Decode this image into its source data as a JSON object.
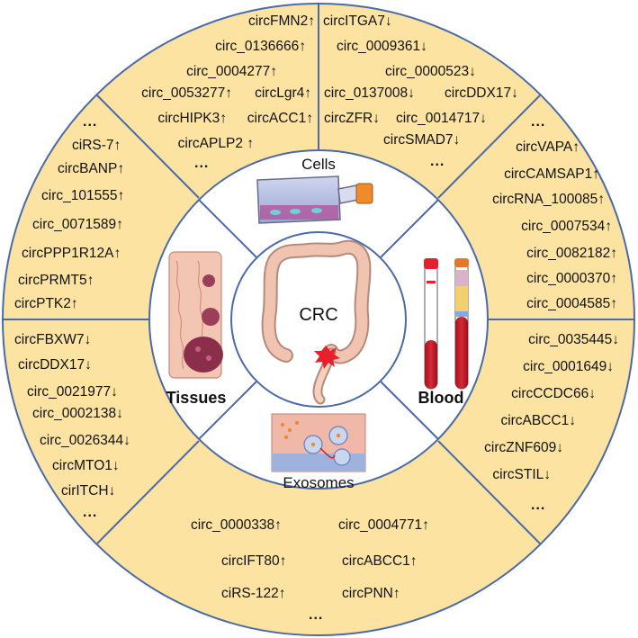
{
  "center": "CRC",
  "categories": {
    "cells": "Cells",
    "blood": "Blood",
    "exosomes": "Exosomes",
    "tissues": "Tissues"
  },
  "sectors": {
    "cells_left": [
      "circFMN2↑",
      "circ_0136666↑",
      "circ_0004277↑",
      "circ_0053277↑",
      "circLgr4↑",
      "circHIPK3↑",
      "circACC1↑",
      "circAPLP2 ↑",
      "..."
    ],
    "cells_right": [
      "circITGA7↓",
      "circ_0009361↓",
      "circ_0000523↓",
      "circ_0137008↓",
      "circDDX17↓",
      "circZFR↓",
      "circ_0014717↓",
      "circSMAD7↓",
      "..."
    ],
    "blood_up": [
      "...",
      "circVAPA↑",
      "circCAMSAP1↑",
      "circRNA_100085↑",
      "circ_0007534↑",
      "circ_0082182↑",
      "circ_0000370↑",
      "circ_0004585↑"
    ],
    "blood_down": [
      "circ_0035445↓",
      "circ_0001649↓",
      "circCCDC66↓",
      "circABCC1↓",
      "circZNF609↓",
      "circSTIL↓",
      "..."
    ],
    "exosomes": [
      "circ_0000338↑",
      "circ_0004771↑",
      "circIFT80↑",
      "circABCC1↑",
      "ciRS-122↑",
      "circPNN↑",
      "..."
    ],
    "tissues_down": [
      "circFBXW7↓",
      "circDDX17↓",
      "circ_0021977↓",
      "circ_0002138↓",
      "circ_0026344↓",
      "circMTO1↓",
      "cirITCH↓",
      "..."
    ],
    "tissues_up": [
      "...",
      "ciRS-7↑",
      "circBANP↑",
      "circ_101555↑",
      "circ_0071589↑",
      "circPPP1R12A↑",
      "circPRMT5↑",
      "circPTK2↑"
    ]
  },
  "colors": {
    "ring_fill": "#fce3a1",
    "stroke": "#4a6aa8",
    "inner_fill": "#ffffff"
  }
}
